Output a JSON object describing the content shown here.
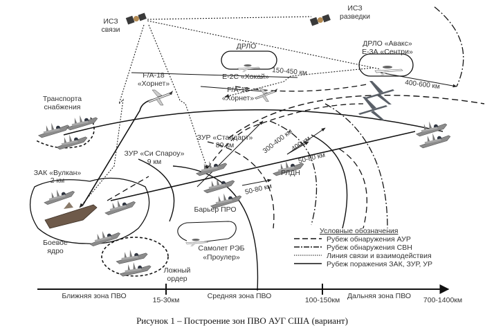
{
  "figure": {
    "caption": "Рисунок 1 – Построение зон ПВО АУГ США (вариант)"
  },
  "satellites": {
    "comms": {
      "line1": "ИСЗ",
      "line2": "связи",
      "icon": "satellite-icon"
    },
    "recon": {
      "line1": "ИСЗ",
      "line2": "разведки",
      "icon": "satellite-icon"
    }
  },
  "aircraft": {
    "hornet_top": {
      "line1": "F/A-18",
      "line2": "«Хорнет»",
      "icon": "fighter-jet-icon"
    },
    "hornet_mid": {
      "line1": "F/A-18",
      "line2": "«Хорнет»",
      "icon": "fighter-jet-icon"
    },
    "hawkeye": {
      "title": "ДРЛО",
      "name": "Е-2С «Хокай»",
      "range": "150-450 км",
      "icon": "awacs-plane-icon"
    },
    "awacs": {
      "line1": "ДРЛО «Авакс»",
      "line2": "Е-3А «Сентри»",
      "range": "400-600 км",
      "icon": "awacs-plane-icon"
    },
    "prowler": {
      "line1": "Самолет РЭБ",
      "line2": "«Проулер»",
      "icon": "ew-plane-icon"
    },
    "enemy_bombers": {
      "icon": "bomber-icon",
      "count": 2
    }
  },
  "groups": {
    "supply": {
      "line1": "Транспорта",
      "line2": "снабжения",
      "icon": "ship-icon"
    },
    "core": {
      "line1": "Боевое",
      "line2": "ядро",
      "icon": "carrier-icon"
    },
    "decoy": {
      "line1": "Ложный",
      "line2": "ордер",
      "icon": "ship-icon"
    },
    "barrier": {
      "label": "Барьер ПРО",
      "icon": "ship-icon"
    },
    "rldn": {
      "label": "РЛДН",
      "icon": "ship-icon"
    }
  },
  "weapons": {
    "vulcan": {
      "line1": "ЗАК «Вулкан»",
      "line2": "2 км"
    },
    "sea_sparrow": {
      "line1": "ЗУР «Си Спароу»",
      "line2": "9 км"
    },
    "standard": {
      "line1": "ЗУР «Стандарт»",
      "line2": "80 км"
    }
  },
  "ranges": {
    "r300_400": "300-400 км",
    "r400": "400 км",
    "r50_80_a": "50-80 км",
    "r50_80_b": "50-80 км"
  },
  "legend": {
    "title": "Условные обозначения",
    "items": [
      {
        "style": "dashed",
        "label": "Рубеж обнаружения АУР"
      },
      {
        "style": "dash-dot",
        "label": "Рубеж обнаружения СВН"
      },
      {
        "style": "dotted",
        "label": "Линия связи и взаимодействия"
      },
      {
        "style": "solid",
        "label": "Рубеж поражения ЗАК, ЗУР, УР"
      }
    ]
  },
  "axis": {
    "zones": [
      "Ближняя зона ПВО",
      "Средняя зона ПВО",
      "Дальняя зона ПВО"
    ],
    "ticks": [
      "15-30км",
      "100-150км",
      "700-1400км"
    ]
  }
}
